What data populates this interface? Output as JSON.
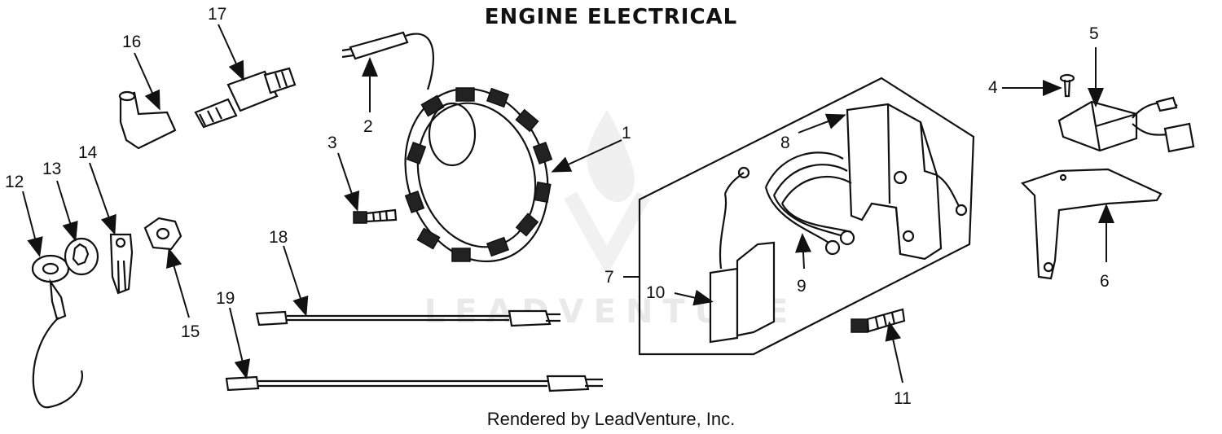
{
  "title": "ENGINE ELECTRICAL",
  "footer": "Rendered by LeadVenture, Inc.",
  "watermark": "LEADVENTURE",
  "callouts": [
    "1",
    "2",
    "3",
    "4",
    "5",
    "6",
    "7",
    "8",
    "9",
    "10",
    "11",
    "12",
    "13",
    "14",
    "15",
    "16",
    "17",
    "18",
    "19"
  ]
}
